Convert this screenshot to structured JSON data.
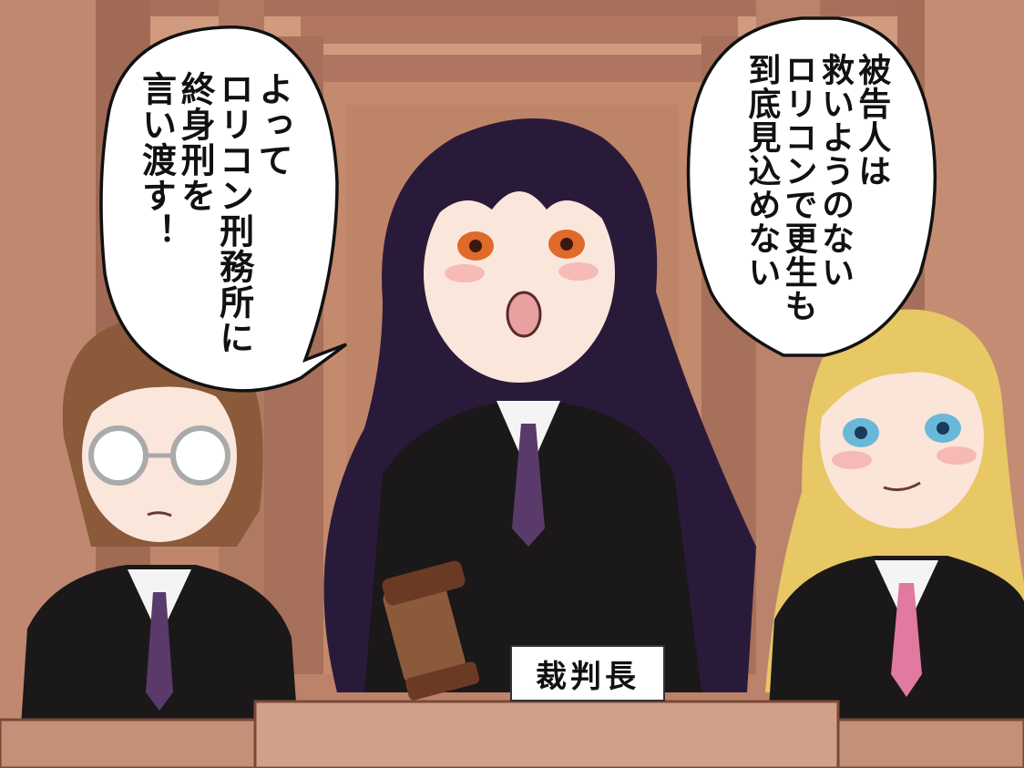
{
  "speech_left": {
    "lines": [
      "よって",
      "ロリコン刑務所に",
      "終身刑を",
      "言い渡す！"
    ]
  },
  "speech_right": {
    "lines": [
      "被告人は",
      "救いようのない",
      "ロリコンで更生も",
      "到底見込めない"
    ]
  },
  "nameplate": {
    "label": "裁判長"
  },
  "colors": {
    "wall": "#c98e72",
    "robe": "#1a1818",
    "left_tie": "#5a3a6a",
    "right_tie": "#e07aa0",
    "center_hair": "#2a1a3a",
    "right_hair": "#e8c765",
    "left_hair": "#8a5a3a"
  }
}
